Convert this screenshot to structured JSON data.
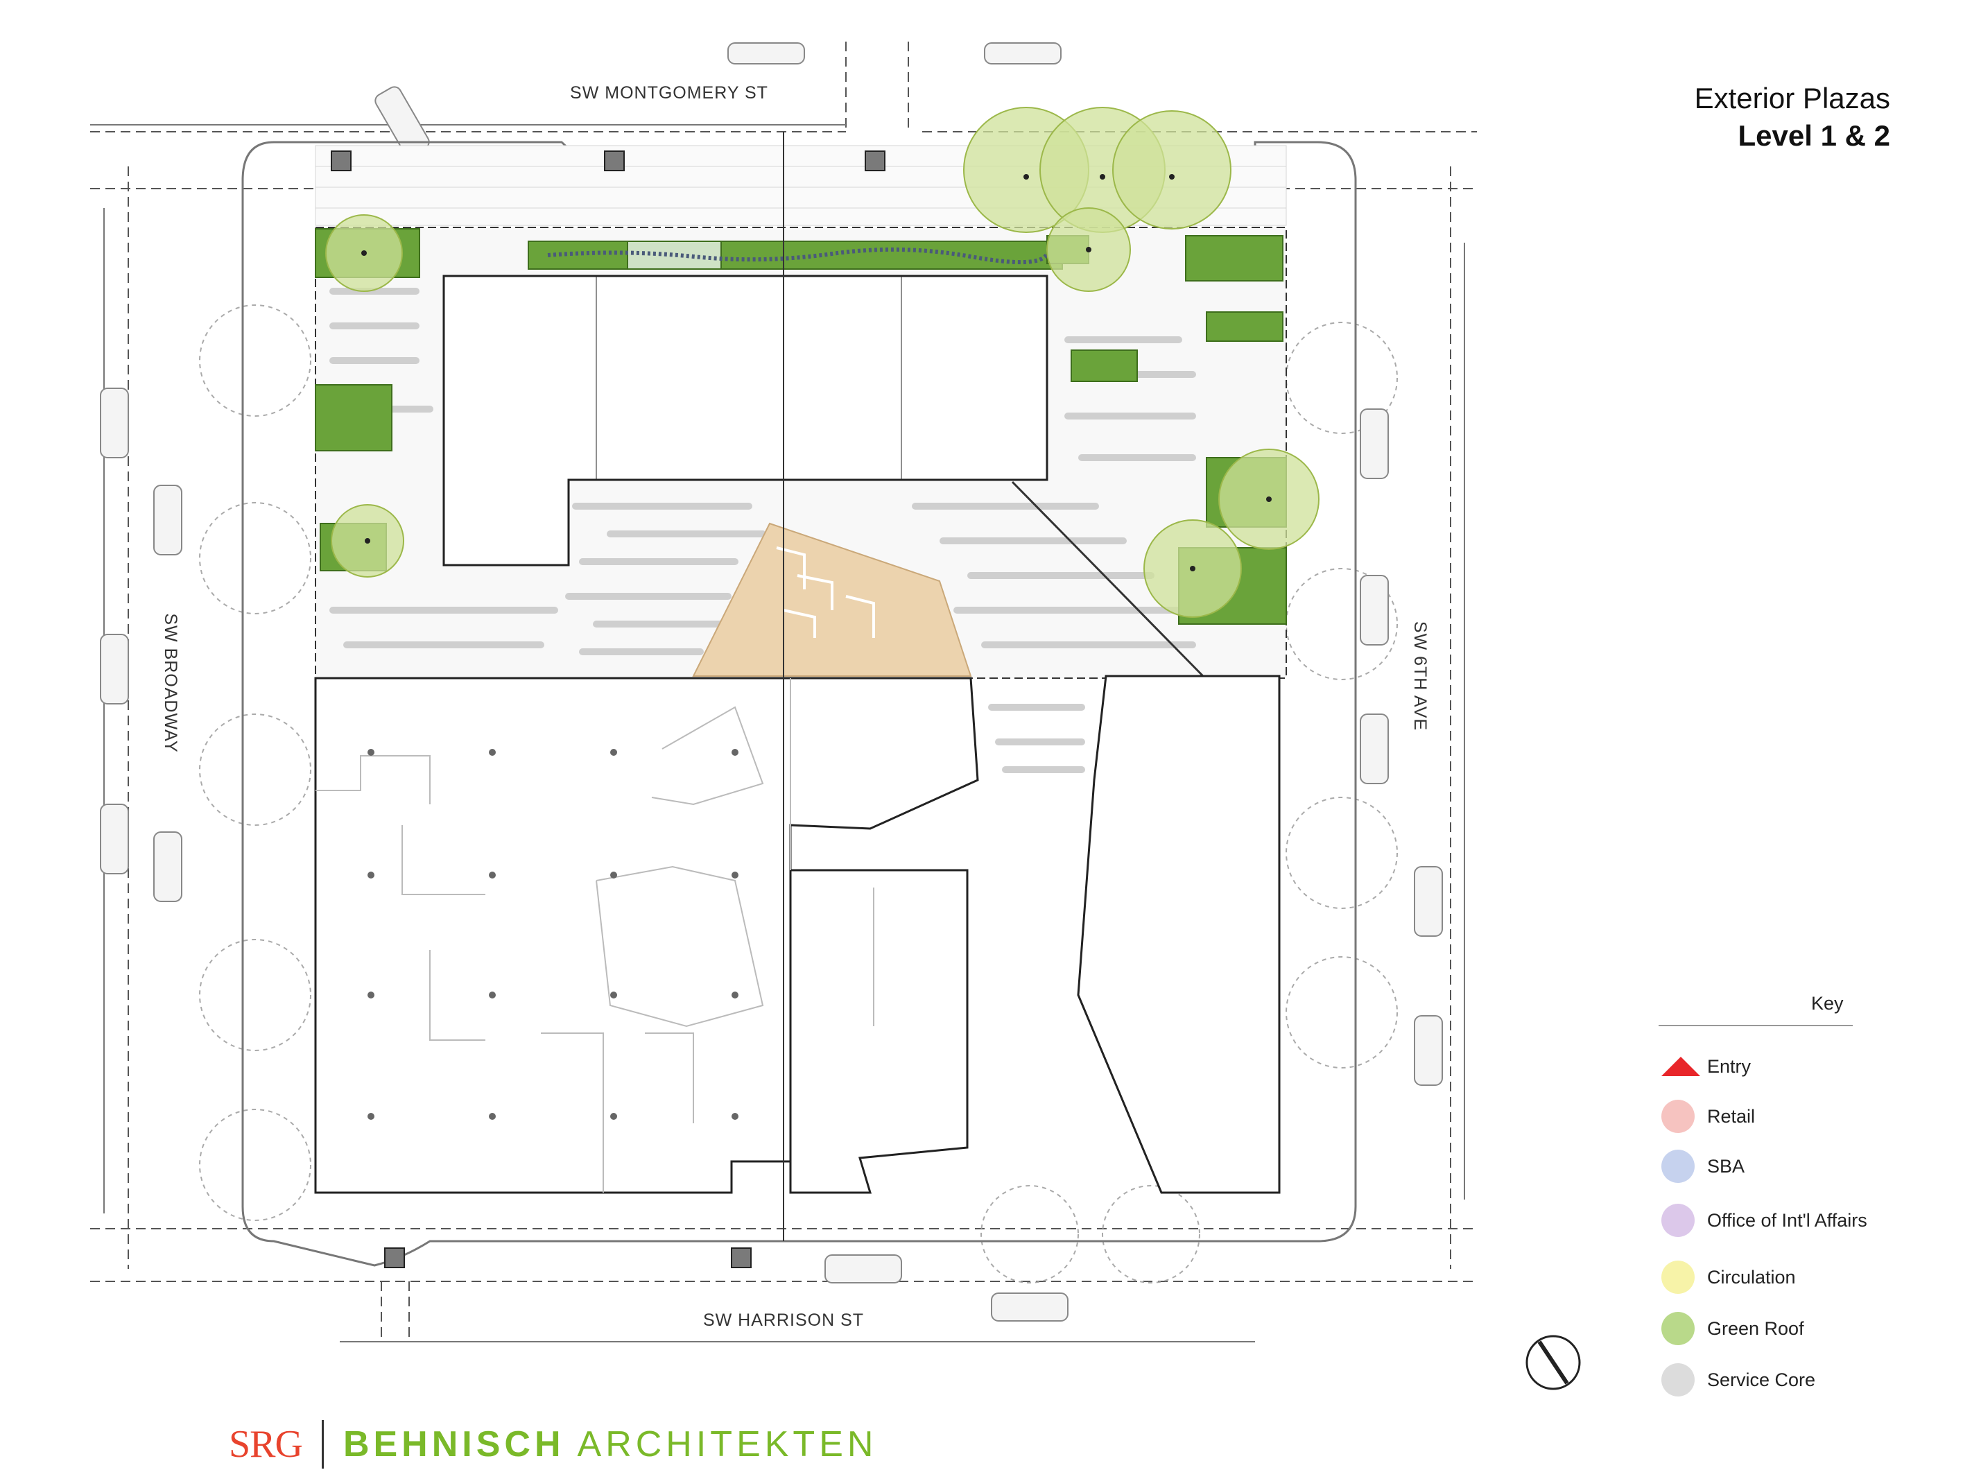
{
  "title": {
    "line1": "Exterior Plazas",
    "line2": "Level 1 & 2"
  },
  "streets": {
    "north": "SW MONTGOMERY ST",
    "south": "SW HARRISON ST",
    "west": "SW BROADWAY",
    "east": "SW 6TH AVE"
  },
  "key": {
    "heading": "Key",
    "items": [
      {
        "label": "Entry",
        "color": "#e8262a",
        "shape": "triangle"
      },
      {
        "label": "Retail",
        "color": "#f6c3c0",
        "shape": "circle"
      },
      {
        "label": "SBA",
        "color": "#c6d2ee",
        "shape": "circle"
      },
      {
        "label": "Office of Int'l Affairs",
        "color": "#dcc8ea",
        "shape": "circle"
      },
      {
        "label": "Circulation",
        "color": "#f7f3a8",
        "shape": "circle"
      },
      {
        "label": "Green Roof",
        "color": "#b9d98a",
        "shape": "circle"
      },
      {
        "label": "Service Core",
        "color": "#dcdcdc",
        "shape": "circle"
      }
    ]
  },
  "logo": {
    "srg": "SRG",
    "behnisch": "BEHNISCH",
    "architekten": "ARCHITEKTEN"
  },
  "colors": {
    "green_roof": "#6aa33a",
    "tree_canopy": "#cfe29a",
    "circulation_wood": "#ecd3ae",
    "line": "#333333"
  }
}
